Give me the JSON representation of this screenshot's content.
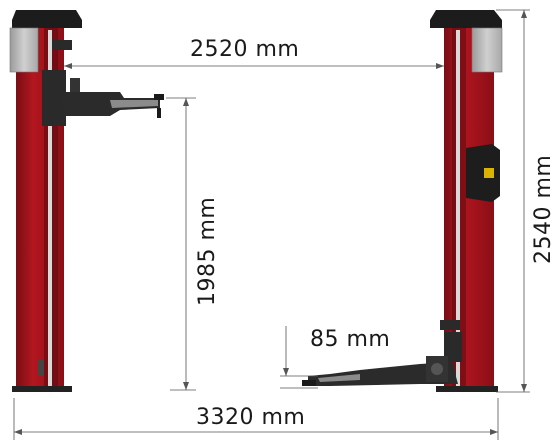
{
  "dimensions": {
    "inner_width": "2520 mm",
    "lift_height": "1985 mm",
    "min_height": "85 mm",
    "total_height": "2540 mm",
    "total_width": "3320 mm"
  },
  "colors": {
    "column_red": "#a3121b",
    "column_red_dark": "#6d0a10",
    "cap_black": "#1c1c1c",
    "motor_gray": "#b7b7b7",
    "arm_black": "#2a2a2a",
    "dim_gray": "#555555"
  },
  "icons": [
    "warning-label-icon"
  ]
}
